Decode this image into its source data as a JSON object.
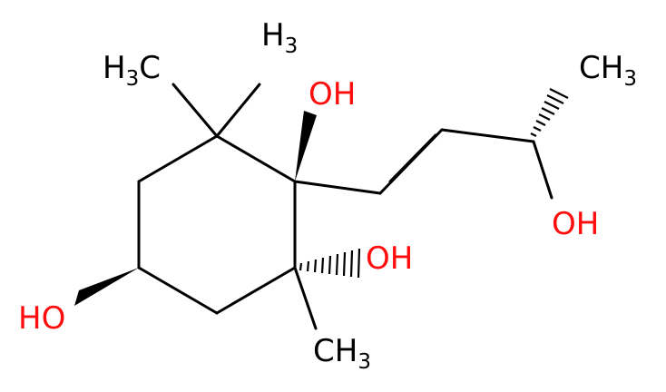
{
  "molecule": {
    "labels": {
      "me_gem_left": {
        "main": "H",
        "sub": "3",
        "tail": "C"
      },
      "me_gem_right": {
        "main": "H",
        "sub": "3"
      },
      "oh_top": "OH",
      "oh_mid": "OH",
      "oh_left": "HO",
      "oh_side": "OH",
      "me_bottom": {
        "main": "CH",
        "sub": "3"
      },
      "me_side": {
        "main": "CH",
        "sub": "3"
      }
    },
    "colors": {
      "bond": "#000000",
      "carbon_label": "#000000",
      "oxygen_label": "#ff0d0d"
    }
  }
}
